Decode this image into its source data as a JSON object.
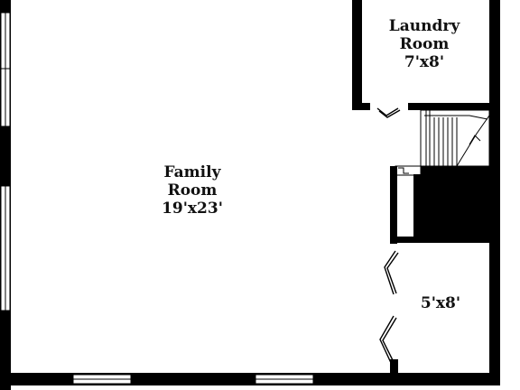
{
  "rooms": {
    "family": {
      "name_line1": "Family",
      "name_line2": "Room",
      "dimensions": "19'x23'"
    },
    "laundry": {
      "name_line1": "Laundry",
      "name_line2": "Room",
      "dimensions": "7'x8'"
    },
    "closet": {
      "dimensions": "5'x8'"
    }
  },
  "colors": {
    "wall": "#000000",
    "background": "#ffffff",
    "line": "#333333"
  }
}
